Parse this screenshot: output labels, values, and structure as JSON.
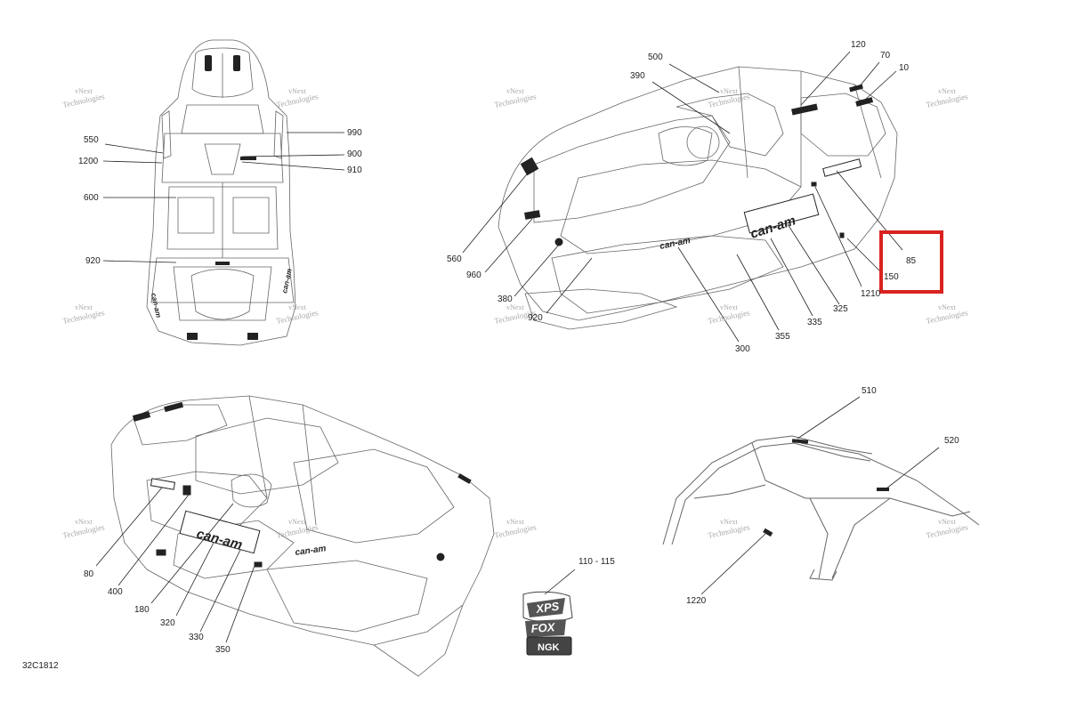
{
  "diagram": {
    "id": "32C1812",
    "watermark": {
      "line1": "vNext",
      "line2": "Technologies"
    },
    "highlight_color": "#d9231f",
    "line_color": "#222222",
    "drawing_color": "#555555",
    "decal_text": {
      "brand": "can-am",
      "xps": "XPS",
      "fox": "FOX",
      "ngk": "NGK"
    },
    "callouts": [
      "550",
      "1200",
      "600",
      "920",
      "990",
      "900",
      "910",
      "500",
      "120",
      "70",
      "10",
      "390",
      "560",
      "960",
      "380",
      "920",
      "300",
      "355",
      "335",
      "325",
      "1210",
      "150",
      "85",
      "80",
      "400",
      "180",
      "320",
      "330",
      "350",
      "110 - 115",
      "510",
      "520",
      "1220"
    ]
  }
}
